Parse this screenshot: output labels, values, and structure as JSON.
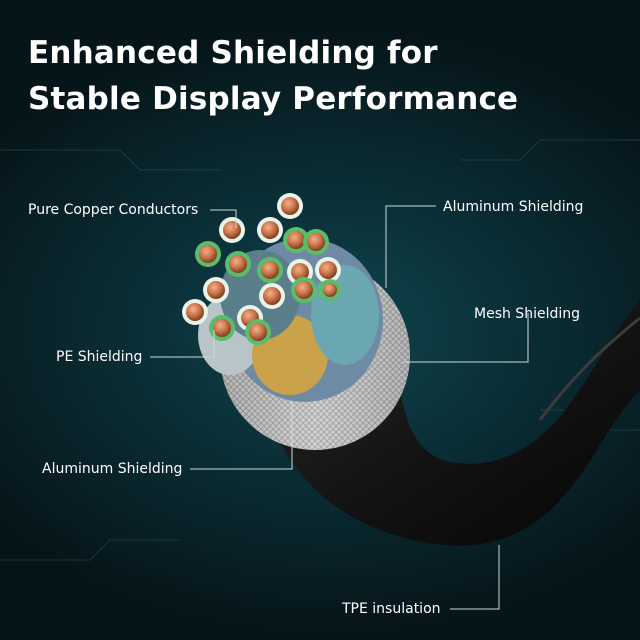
{
  "headline": {
    "line1": "Enhanced Shielding for",
    "line2": "Stable Display Performance"
  },
  "callouts": {
    "copper": "Pure Copper Conductors",
    "pe_shielding": "PE Shielding",
    "aluminum_left": "Aluminum Shielding",
    "aluminum_right": "Aluminum Shielding",
    "mesh": "Mesh Shielding",
    "tpe": "TPE insulation"
  },
  "colors": {
    "background": "#0b3139",
    "text": "#ffffff",
    "copper": "#c9744a",
    "jacket": "#1a1a1a",
    "green": "#5bbd6a",
    "teal": "#6aa7b0",
    "gold": "#c9a24a"
  }
}
